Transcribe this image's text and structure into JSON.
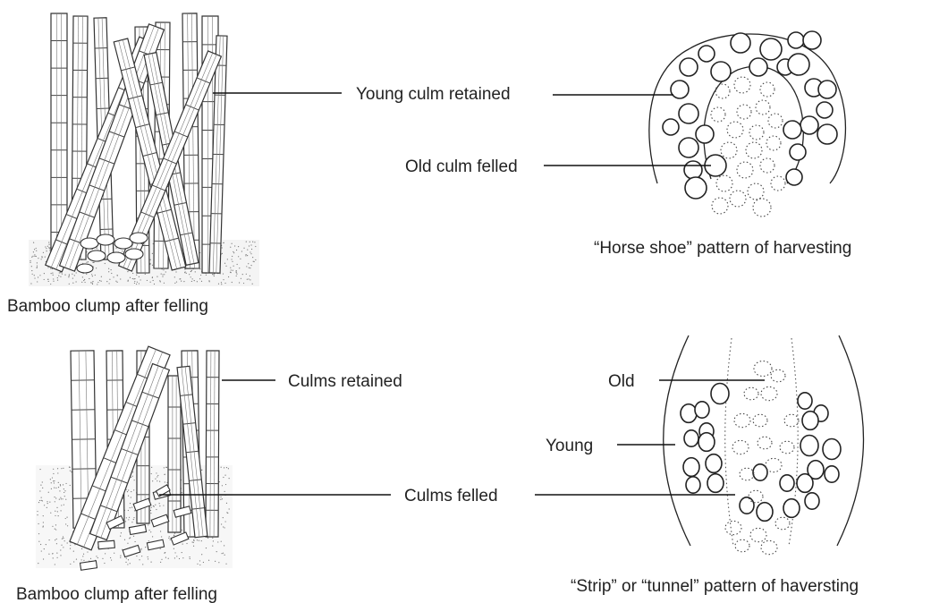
{
  "labels": {
    "young_culm_retained": "Young culm retained",
    "old_culm_felled": "Old culm felled",
    "horse_shoe_caption": "“Horse shoe” pattern of harvesting",
    "clump_caption_top": "Bamboo clump after felling",
    "culms_retained": "Culms retained",
    "old": "Old",
    "young": "Young",
    "culms_felled": "Culms felled",
    "clump_caption_bottom": "Bamboo clump after felling",
    "strip_caption": "“Strip” or “tunnel” pattern of haversting"
  },
  "colors": {
    "ink": "#222222",
    "background": "#ffffff"
  }
}
